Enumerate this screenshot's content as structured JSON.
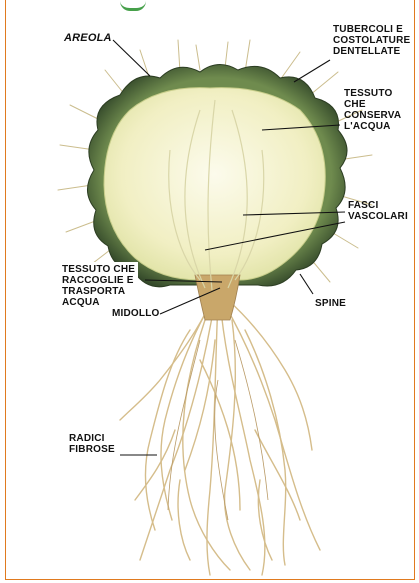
{
  "labels": {
    "areola": "AREOLA",
    "tubercoli": "TUBERCOLI E\nCOSTOLATURE\nDENTELLATE",
    "tessuto_acqua": "TESSUTO\nCHE\nCONSERVA\nL'ACQUA",
    "fasci": "FASCI\nVASCOLARI",
    "tessuto_trasporta": "TESSUTO CHE\nRACCOGLIE E\nTRASPORTA\nACQUA",
    "midollo": "MIDOLLO",
    "spine": "SPINE",
    "radici": "RADICI\nFIBROSE"
  },
  "colors": {
    "frame": "#e07a1f",
    "accent_green": "#46a04a",
    "rib_dark": "#3f5a2f",
    "rib_light": "#8fa86a",
    "flesh": "#f3f1c8",
    "flesh_center": "#fbfae8",
    "root": "#d8c08e",
    "spine": "#c9b98a"
  }
}
